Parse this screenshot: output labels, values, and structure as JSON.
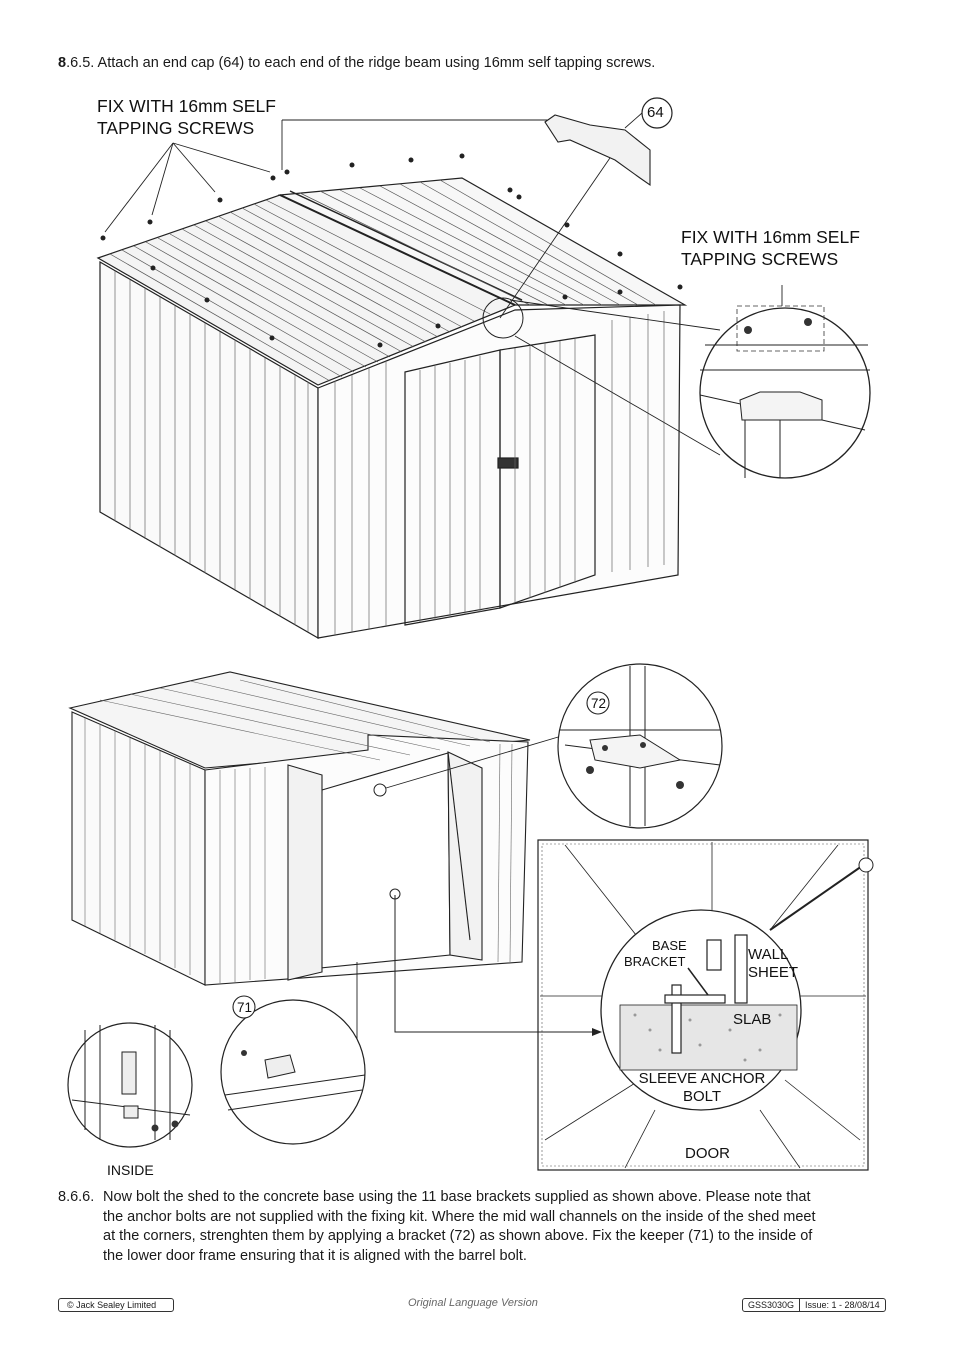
{
  "step_title": {
    "number": "8",
    "text": ".6.5. Attach an end cap (64) to each end of the ridge beam using 16mm self tapping screws."
  },
  "figure1": {
    "callout_left_line1": "FIX WITH 16mm SELF",
    "callout_left_line2": "TAPPING SCREWS",
    "callout_right_line1": "FIX WITH 16mm SELF",
    "callout_right_line2": "TAPPING SCREWS",
    "part_number": "64"
  },
  "figure2": {
    "part_72": "72",
    "part_71": "71",
    "inside_label": "INSIDE",
    "base_bracket_line1": "BASE",
    "base_bracket_line2": "BRACKET",
    "wall_sheet_line1": "WALL",
    "wall_sheet_line2": "SHEET",
    "slab_label": "SLAB",
    "anchor_line1": "SLEEVE ANCHOR",
    "anchor_line2": "BOLT",
    "door_label": "DOOR"
  },
  "instruction": {
    "number": "8.6.6.",
    "line1": "Now bolt the shed to the concrete base using the 11 base brackets supplied as shown above. Please note that",
    "line2": "the anchor bolts are not supplied with the fixing kit. Where the mid wall channels on the inside of the shed meet",
    "line3": "at the corners, strenghten them by applying a bracket (72) as shown above. Fix the keeper (71) to the inside of",
    "line4": "the lower door frame ensuring that it is aligned with the barrel bolt."
  },
  "footer": {
    "copyright": "© Jack Sealey Limited",
    "center": "Original Language Version",
    "model": "GSS3030G",
    "issue": "Issue: 1 - 28/08/14"
  }
}
